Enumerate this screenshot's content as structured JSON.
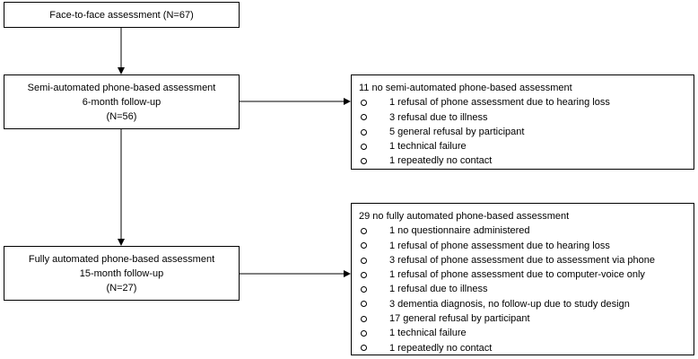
{
  "flowchart": {
    "face_to_face": {
      "line1": "Face-to-face assessment (N=67)"
    },
    "semi": {
      "line1": "Semi-automated phone-based assessment",
      "line2": "6-month follow-up",
      "line3": "(N=56)"
    },
    "fully": {
      "line1": "Fully automated phone-based assessment",
      "line2": "15-month follow-up",
      "line3": "(N=27)"
    },
    "exclusion_semi": {
      "title": "11 no semi-automated phone-based assessment",
      "items": [
        "1 refusal of phone assessment due to hearing loss",
        "3 refusal due to illness",
        "5 general refusal by participant",
        "1 technical failure",
        "1 repeatedly no contact"
      ]
    },
    "exclusion_fully": {
      "title": "29 no fully automated phone-based assessment",
      "items": [
        "1 no questionnaire administered",
        "1 refusal of phone assessment due to hearing loss",
        "3 refusal of phone assessment due to assessment via phone",
        "1 refusal of phone assessment due to computer-voice only",
        "1 refusal due to illness",
        "3 dementia diagnosis, no follow-up due to study design",
        "17 general refusal by participant",
        "1 technical failure",
        "1 repeatedly no contact"
      ]
    }
  }
}
